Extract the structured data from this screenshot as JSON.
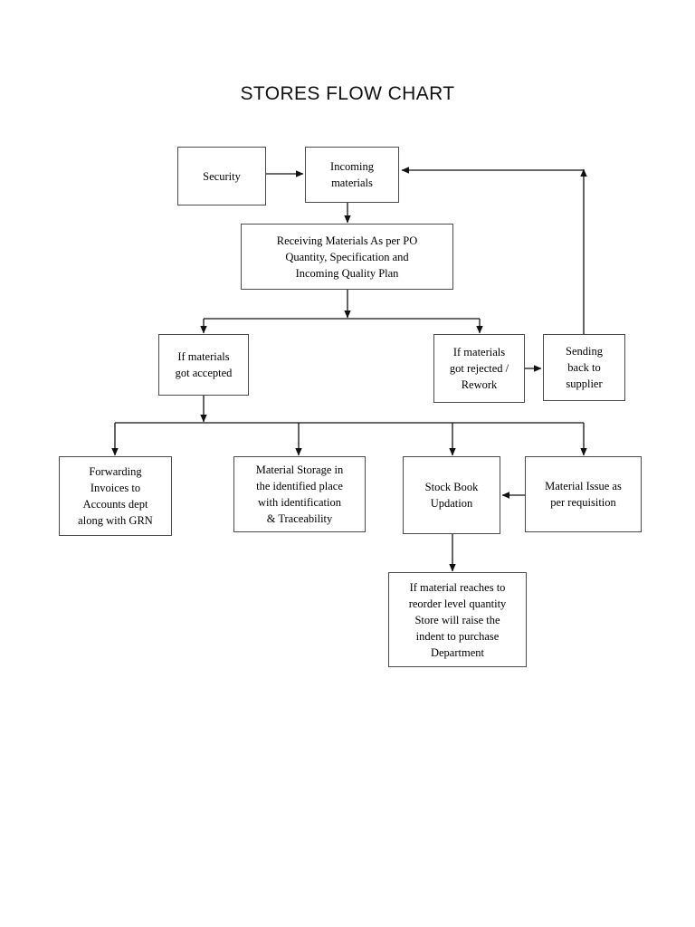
{
  "document": {
    "title": "STORES FLOW CHART",
    "background_color": "#ffffff",
    "line_color": "#1a1a1a",
    "box_border_color": "#4a4a4a",
    "text_color": "#000000"
  },
  "nodes": [
    {
      "id": "security",
      "label": "Security"
    },
    {
      "id": "incoming-materials",
      "label": "Incoming\nmaterials"
    },
    {
      "id": "receiving-materials",
      "label": "Receiving Materials As per PO\nQuantity, Specification and\nIncoming Quality Plan"
    },
    {
      "id": "materials-accepted",
      "label": "If materials\ngot accepted"
    },
    {
      "id": "materials-rejected",
      "label": "If materials\ngot rejected /\nRework"
    },
    {
      "id": "sending-back",
      "label": "Sending\nback to\nsupplier"
    },
    {
      "id": "forwarding-invoices",
      "label": "Forwarding\nInvoices to\nAccounts dept\nalong with GRN"
    },
    {
      "id": "material-storage",
      "label": "Material Storage in\nthe identified place\nwith identification\n& Traceability"
    },
    {
      "id": "stock-book",
      "label": "Stock Book\nUpdation"
    },
    {
      "id": "material-issue",
      "label": "Material Issue as\nper requisition"
    },
    {
      "id": "reorder-indent",
      "label": "If material reaches  to\nreorder  level quantity\nStore will raise the\nindent to purchase\nDepartment"
    }
  ],
  "connectors": [
    {
      "id": "security-to-incoming",
      "from": "security",
      "to": "incoming-materials",
      "arrow": "right"
    },
    {
      "id": "incoming-to-receiving",
      "from": "incoming-materials",
      "to": "receiving-materials",
      "arrow": "down"
    },
    {
      "id": "receiving-to-branch",
      "from": "receiving-materials",
      "to": "branch-bus-1",
      "arrow": "down"
    },
    {
      "id": "branch-to-accepted",
      "from": "branch-bus-1",
      "to": "materials-accepted",
      "arrow": "down"
    },
    {
      "id": "branch-to-rejected",
      "from": "branch-bus-1",
      "to": "materials-rejected",
      "arrow": "down"
    },
    {
      "id": "rejected-to-sending-back",
      "from": "materials-rejected",
      "to": "sending-back",
      "arrow": "right"
    },
    {
      "id": "sending-back-to-incoming",
      "from": "sending-back",
      "to": "incoming-materials",
      "arrow": "left"
    },
    {
      "id": "accepted-to-bus",
      "from": "materials-accepted",
      "to": "branch-bus-2",
      "arrow": "down"
    },
    {
      "id": "bus-to-forwarding",
      "from": "branch-bus-2",
      "to": "forwarding-invoices",
      "arrow": "down"
    },
    {
      "id": "bus-to-storage",
      "from": "branch-bus-2",
      "to": "material-storage",
      "arrow": "down"
    },
    {
      "id": "bus-to-stock-book",
      "from": "branch-bus-2",
      "to": "stock-book",
      "arrow": "down"
    },
    {
      "id": "bus-to-material-issue",
      "from": "branch-bus-2",
      "to": "material-issue",
      "arrow": "down"
    },
    {
      "id": "material-issue-to-stock-book",
      "from": "material-issue",
      "to": "stock-book",
      "arrow": "left"
    },
    {
      "id": "stock-book-to-reorder",
      "from": "stock-book",
      "to": "reorder-indent",
      "arrow": "down"
    }
  ]
}
